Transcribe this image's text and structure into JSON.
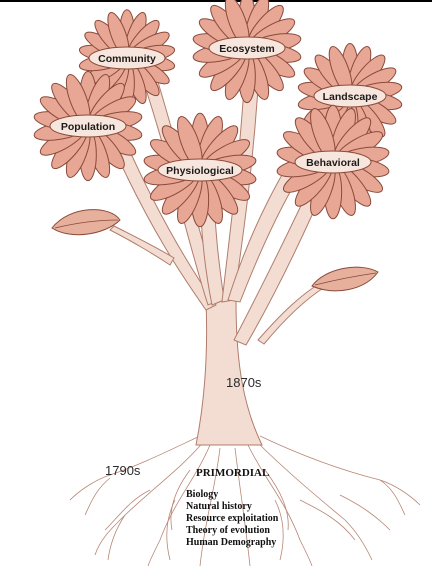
{
  "flowers": [
    {
      "id": "community",
      "label": "Community"
    },
    {
      "id": "ecosystem",
      "label": "Ecosystem"
    },
    {
      "id": "landscape",
      "label": "Landscape"
    },
    {
      "id": "population",
      "label": "Population"
    },
    {
      "id": "physiological",
      "label": "Physiological"
    },
    {
      "id": "behavioral",
      "label": "Behavioral"
    }
  ],
  "years": {
    "trunk": "1870s",
    "roots": "1790s"
  },
  "roots": {
    "title": "PRIMORDIAL",
    "items": [
      "Biology",
      "Natural history",
      "Resource exploitation",
      "Theory of evolution",
      "Human Demography"
    ]
  },
  "colors": {
    "petal_fill": "#e8a795",
    "petal_stroke": "#8a4a3a",
    "center_fill": "#f7e6dd",
    "stem_fill": "#f3ddd2",
    "stem_stroke": "#b07d6c",
    "root_stroke": "#b88775",
    "leaf_fill": "#e6b09d"
  }
}
